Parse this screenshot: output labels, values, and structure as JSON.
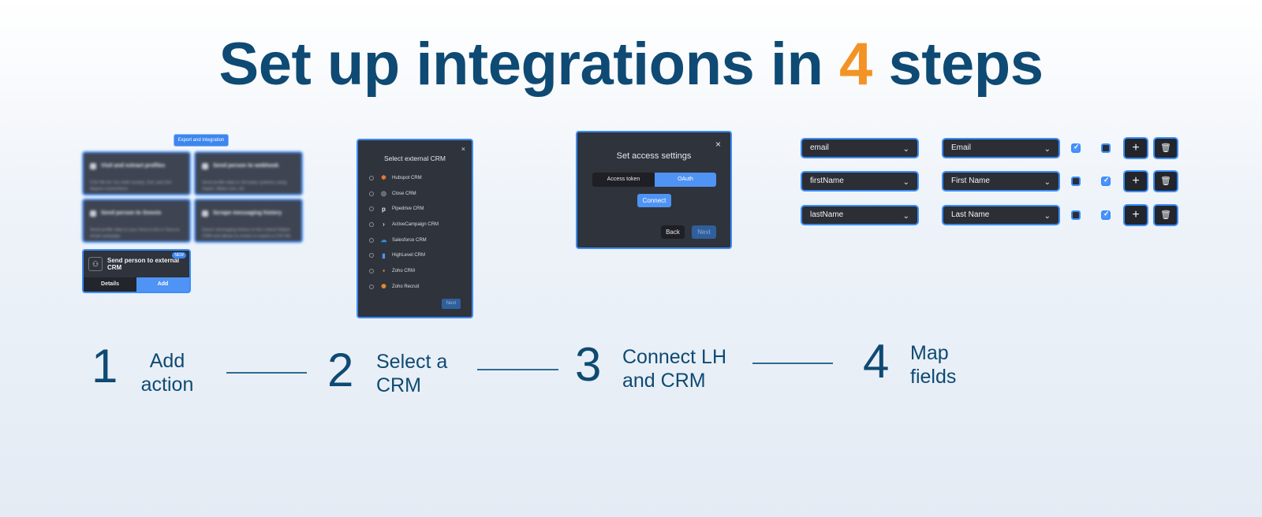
{
  "headline": {
    "before": "Set up integrations in ",
    "number": "4",
    "after": " steps"
  },
  "panel1": {
    "export_label": "Export and integration",
    "cards": [
      {
        "title": "Visit and extract profiles",
        "desc": "CSV file for 1st, both society, 2nd, and 3rd-degree connections"
      },
      {
        "title": "Send person to webhook",
        "desc": "Send profile data to 3rd party systems using Zapier, Make.com, etc"
      },
      {
        "title": "Send person to Snovio",
        "desc": "Send profile data to your Snov.io list or Snov.io email campaign"
      },
      {
        "title": "Scrape messaging history",
        "desc": "Saves messaging history to the Linked Helper CRM and allows to review or export a CSV file"
      }
    ],
    "crm_card": {
      "title": "Send person to external CRM",
      "badge": "NEW",
      "details": "Details",
      "add": "Add"
    }
  },
  "panel2": {
    "title": "Select external CRM",
    "close": "×",
    "options": [
      {
        "label": "Hubspot CRM",
        "color": "#f57b3b",
        "glyph": "✱"
      },
      {
        "label": "Close CRM",
        "color": "#9aa3b0",
        "glyph": "◎"
      },
      {
        "label": "Pipedrive CRM",
        "color": "#e8eaee",
        "glyph": "p"
      },
      {
        "label": "ActiveCampaign CRM",
        "color": "#e8eaee",
        "glyph": "›"
      },
      {
        "label": "Salesforce CRM",
        "color": "#2f8fe0",
        "glyph": "☁"
      },
      {
        "label": "HighLevel CRM",
        "color": "#4f93f5",
        "glyph": "▮"
      },
      {
        "label": "Zoho CRM",
        "color": "#e0a040",
        "glyph": "▪"
      },
      {
        "label": "Zoho Recruit",
        "color": "#e08a30",
        "glyph": "✺"
      }
    ],
    "next": "Next"
  },
  "panel3": {
    "title": "Set access settings",
    "close": "×",
    "tab_token": "Access token",
    "tab_oauth": "OAuth",
    "connect": "Connect",
    "back": "Back",
    "next": "Next"
  },
  "panel4": {
    "rows": [
      {
        "source": "email",
        "target": "Email",
        "check1": true,
        "check2": false
      },
      {
        "source": "firstName",
        "target": "First Name",
        "check1": false,
        "check2": true
      },
      {
        "source": "lastName",
        "target": "Last Name",
        "check1": false,
        "check2": true
      }
    ],
    "add_glyph": "+",
    "delete_glyph": "🗑"
  },
  "steps": [
    {
      "number": "1",
      "line1": "Add",
      "line2": "action"
    },
    {
      "number": "2",
      "line1": "Select a",
      "line2": "CRM"
    },
    {
      "number": "3",
      "line1": "Connect LH",
      "line2": "and CRM"
    },
    {
      "number": "4",
      "line1": "Map",
      "line2": "fields"
    }
  ]
}
